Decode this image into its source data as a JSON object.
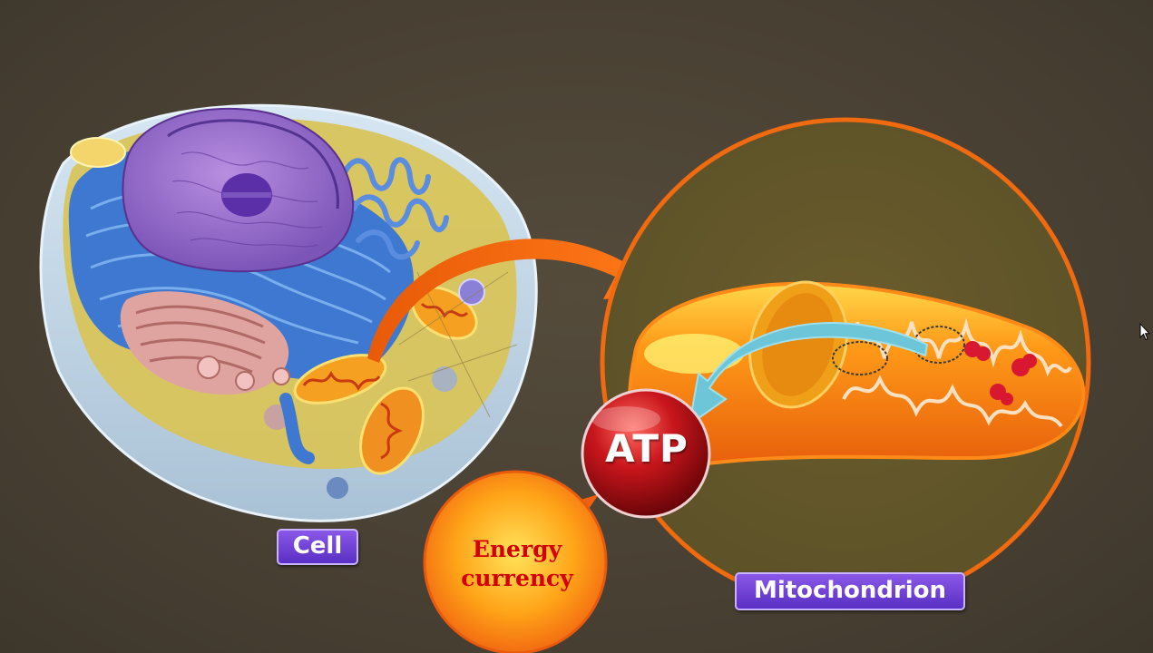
{
  "labels": {
    "cell": "Cell",
    "mitochondrion": "Mitochondrion",
    "atp": "ATP",
    "energy_line1": "Energy",
    "energy_line2": "currency"
  },
  "icons": {
    "cursor": "mouse-pointer-icon"
  },
  "colors": {
    "background": "#4a4234",
    "label_fill": "#6a3ed6",
    "arrow_orange": "#f06a10",
    "arrow_cyan": "#6cc6d8",
    "atp_red": "#b40f14",
    "energy_text": "#d40000",
    "mito_ring": "#f06a10"
  }
}
